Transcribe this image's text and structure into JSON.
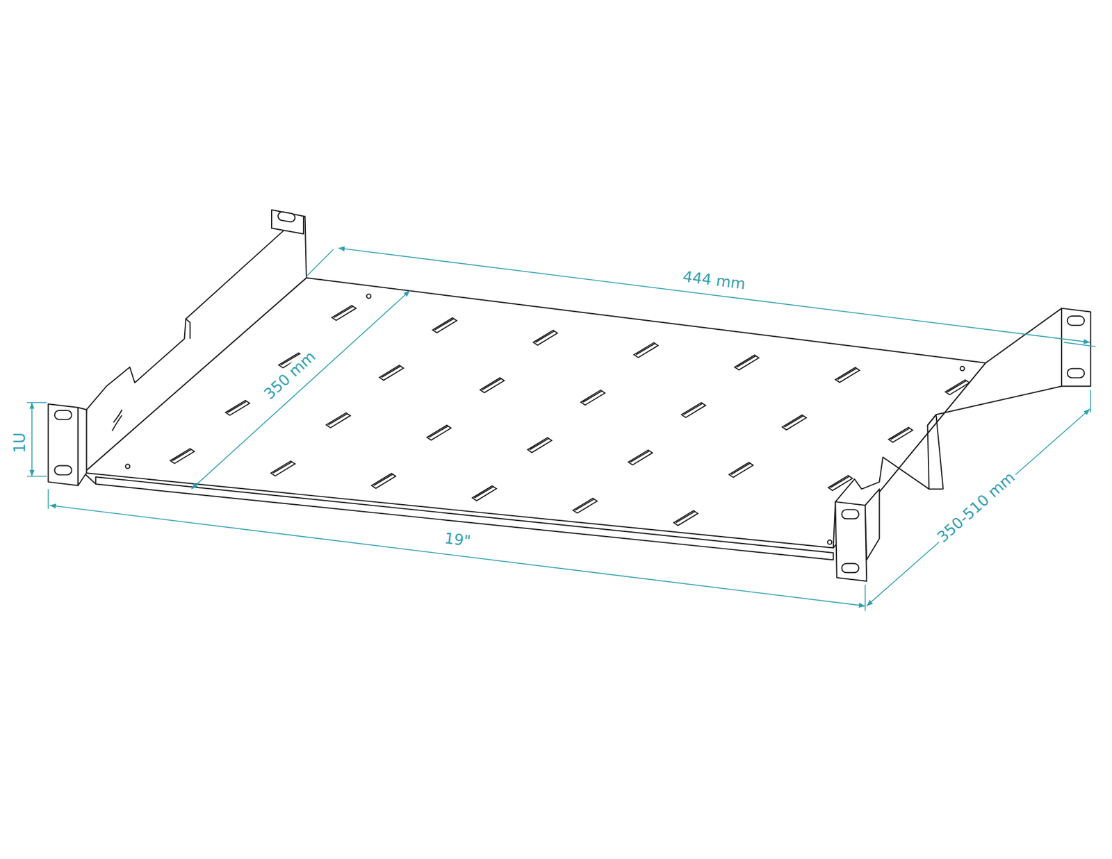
{
  "diagram": {
    "labels": [
      "444 mm",
      "350 mm",
      "1U",
      "19\"",
      "350-510 mm"
    ]
  }
}
